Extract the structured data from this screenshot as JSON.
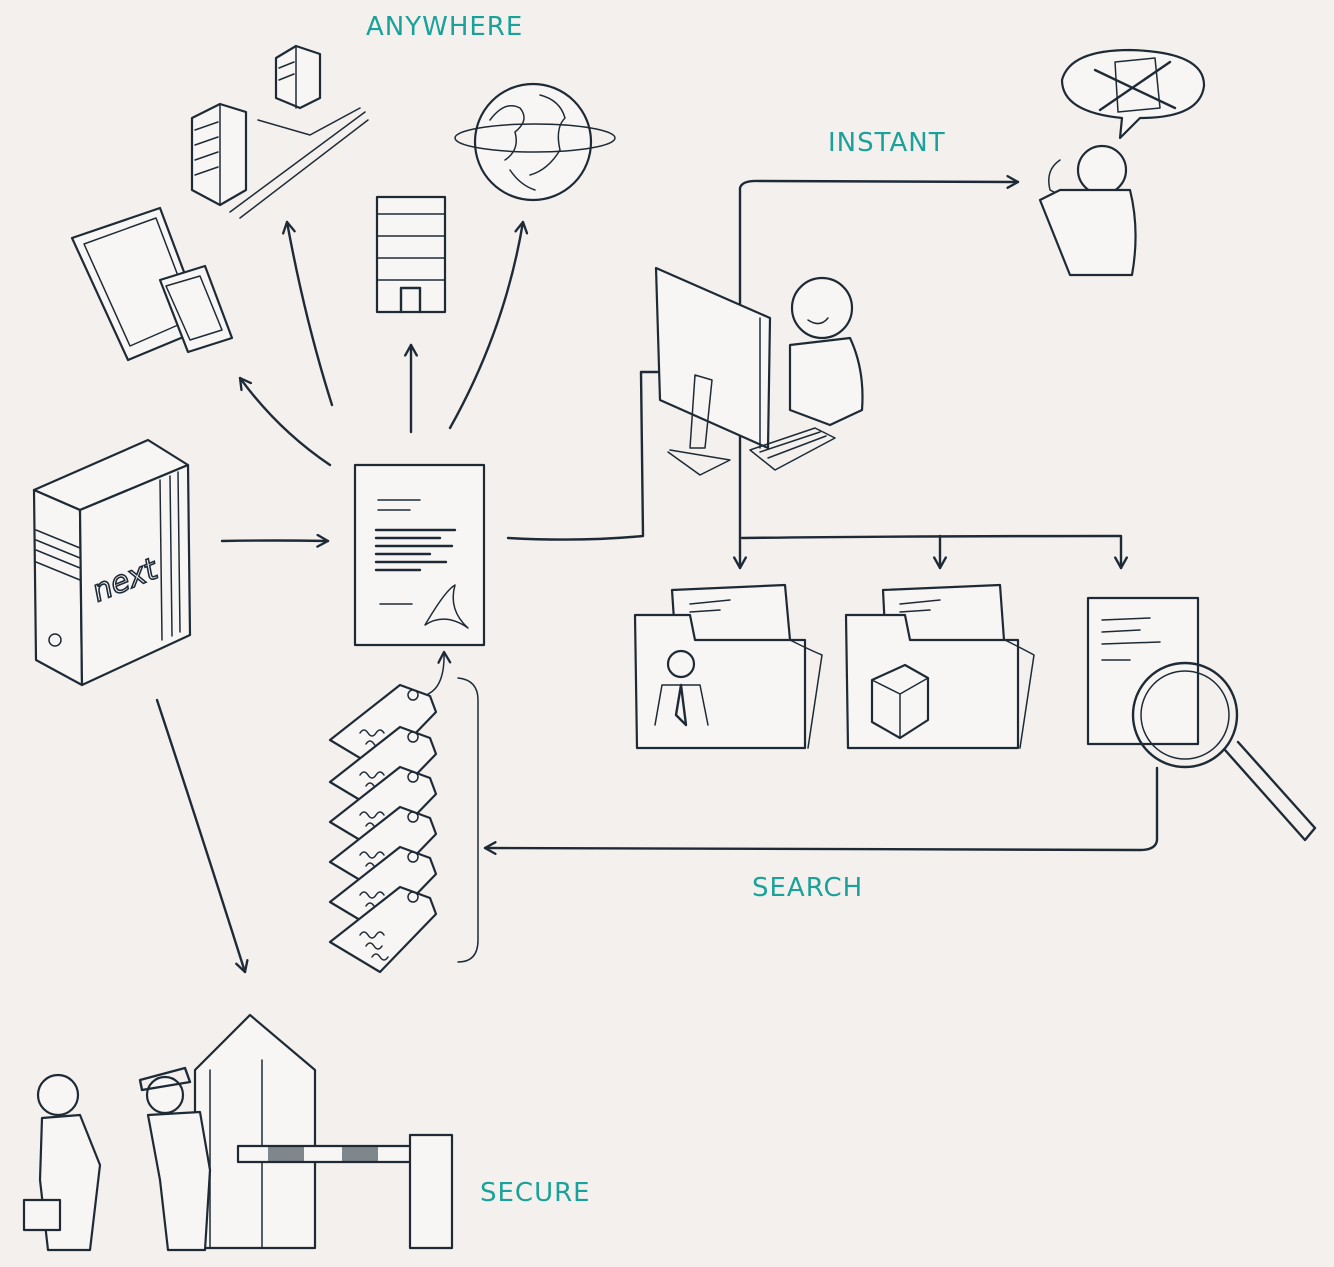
{
  "labels": {
    "anywhere": "ANYWHERE",
    "instant": "INSTANT",
    "search": "SEARCH",
    "secure": "SECURE"
  },
  "server_brand": "next",
  "icons": {
    "server": "server-tower-icon",
    "document": "pdf-document-icon",
    "tags": "metadata-tags-icon",
    "tablet": "tablet-phone-icon",
    "city": "city-buildings-icon",
    "office": "office-building-icon",
    "globe": "globe-icon",
    "workstation": "person-at-computer-icon",
    "phone_user": "person-on-phone-icon",
    "folder_person": "folder-person-icon",
    "folder_box": "folder-box-icon",
    "magnifier": "magnifying-glass-document-icon",
    "security_gate": "security-gate-icon"
  },
  "colors": {
    "ink": "#1e2b36",
    "accent": "#1aa29a",
    "background": "#f3f0ee"
  }
}
